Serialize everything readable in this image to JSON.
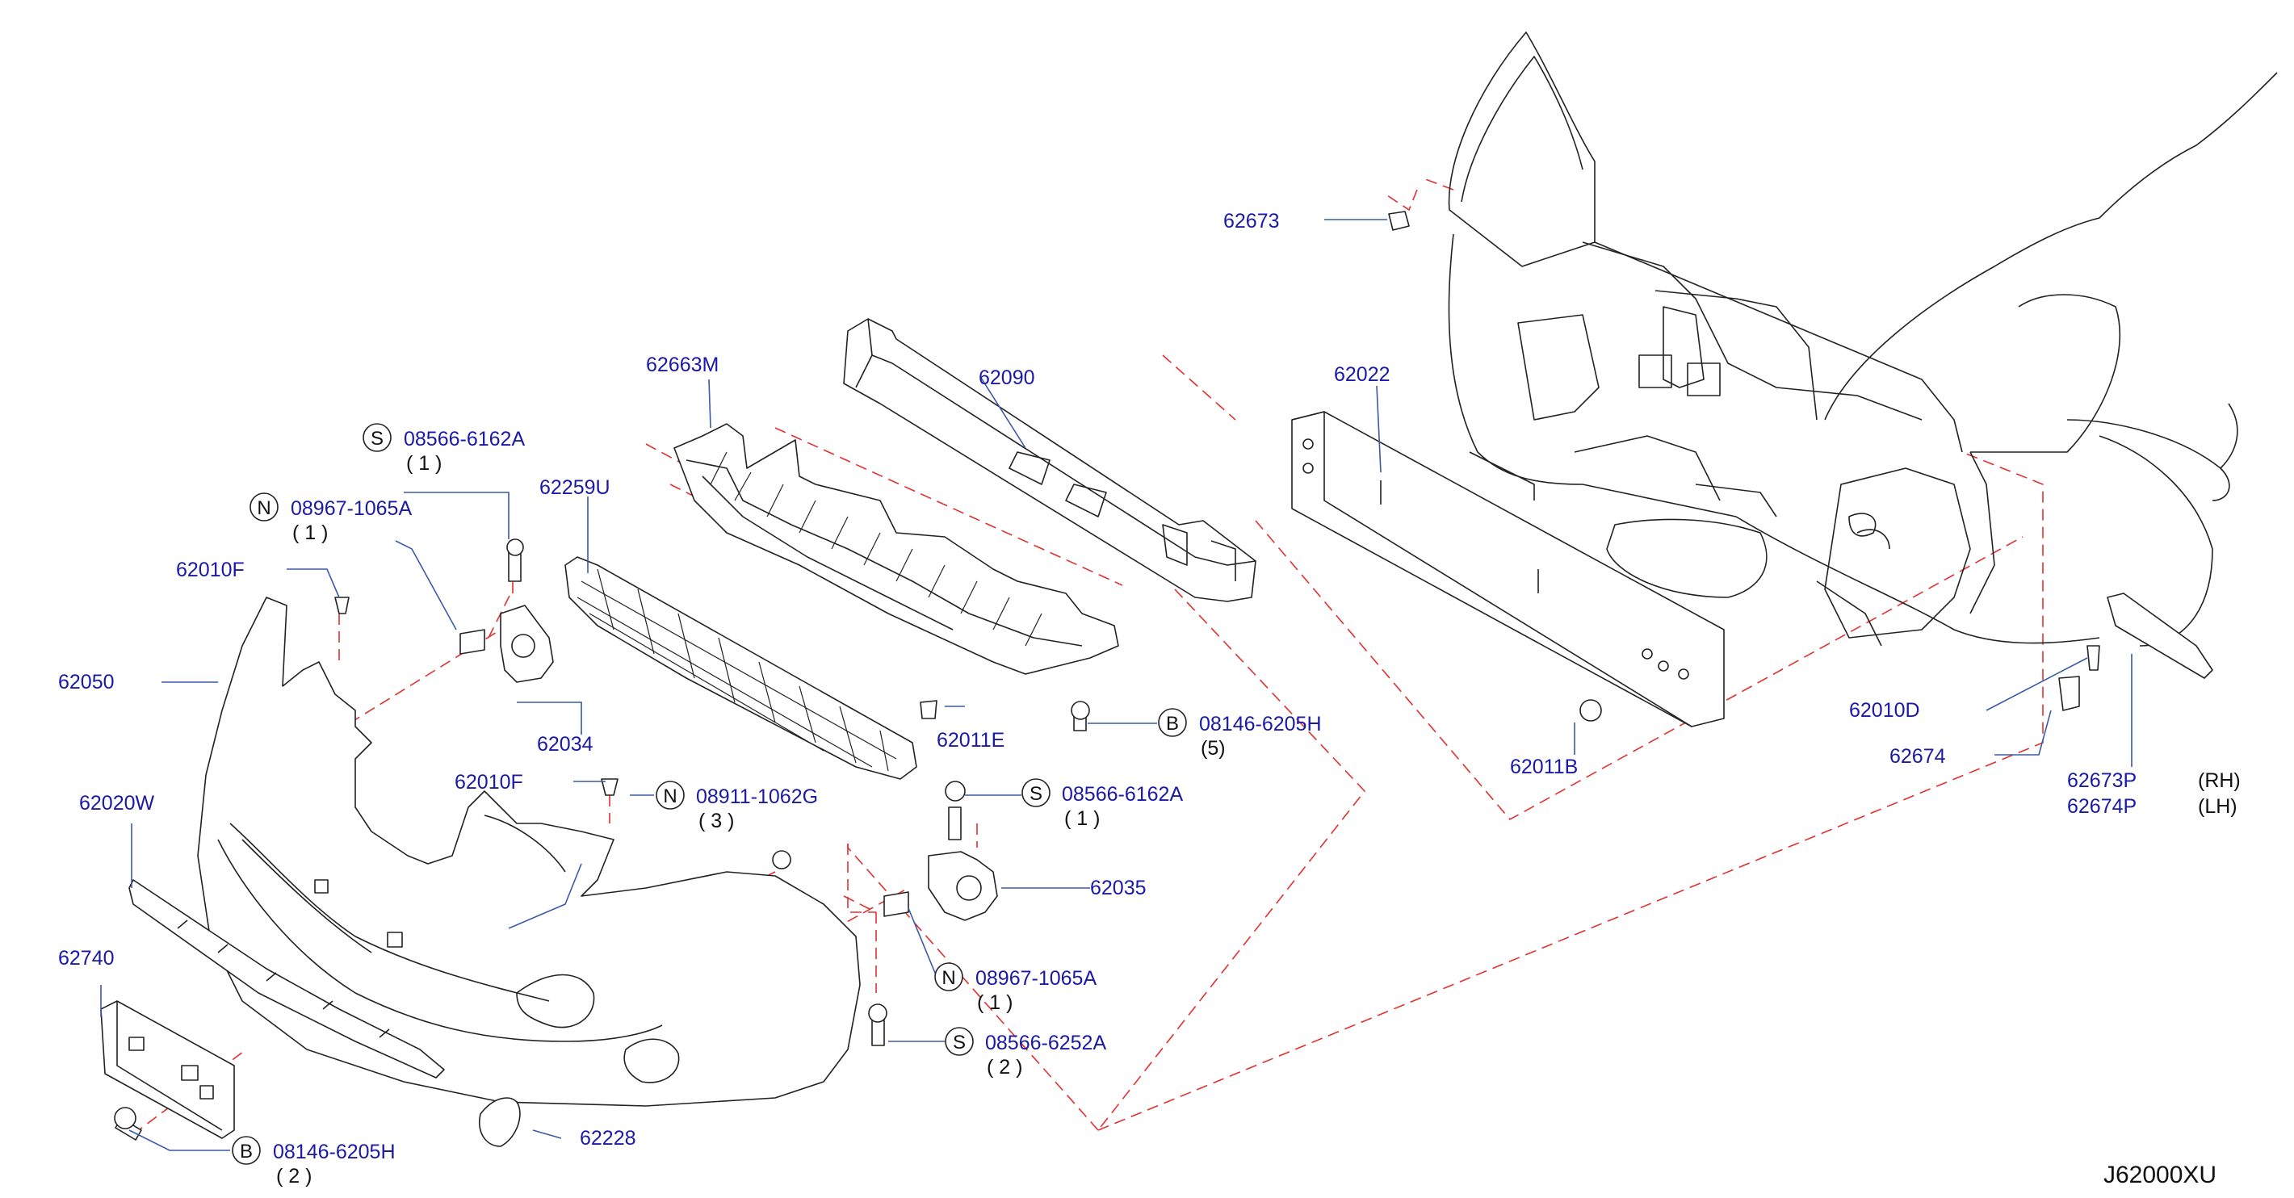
{
  "diagram_code": "J62000XU",
  "parts": {
    "p62673": "62673",
    "p62663M": "62663M",
    "p62090": "62090",
    "p62022": "62022",
    "p62259U": "62259U",
    "p62010F_a": "62010F",
    "p62050": "62050",
    "p62034": "62034",
    "p62010F_b": "62010F",
    "p62011E": "62011E",
    "p62011B": "62011B",
    "p62010D": "62010D",
    "p62674": "62674",
    "p62673P": "62673P",
    "p62674P": "62674P",
    "p62020W": "62020W",
    "p62035": "62035",
    "p62740": "62740",
    "p62228": "62228"
  },
  "side": {
    "rh": "(RH)",
    "lh": "(LH)"
  },
  "fasteners": {
    "f1": {
      "prefix": "S",
      "number": "08566-6162A",
      "qty": "( 1 )"
    },
    "f2": {
      "prefix": "N",
      "number": "08967-1065A",
      "qty": "( 1 )"
    },
    "f3": {
      "prefix": "B",
      "number": "08146-6205H",
      "qty": "(5)"
    },
    "f4": {
      "prefix": "N",
      "number": "08911-1062G",
      "qty": "( 3 )"
    },
    "f5": {
      "prefix": "S",
      "number": "08566-6162A",
      "qty": "( 1 )"
    },
    "f6": {
      "prefix": "N",
      "number": "08967-1065A",
      "qty": "( 1 )"
    },
    "f7": {
      "prefix": "S",
      "number": "08566-6252A",
      "qty": "( 2 )"
    },
    "f8": {
      "prefix": "B",
      "number": "08146-6205H",
      "qty": "( 2 )"
    }
  }
}
